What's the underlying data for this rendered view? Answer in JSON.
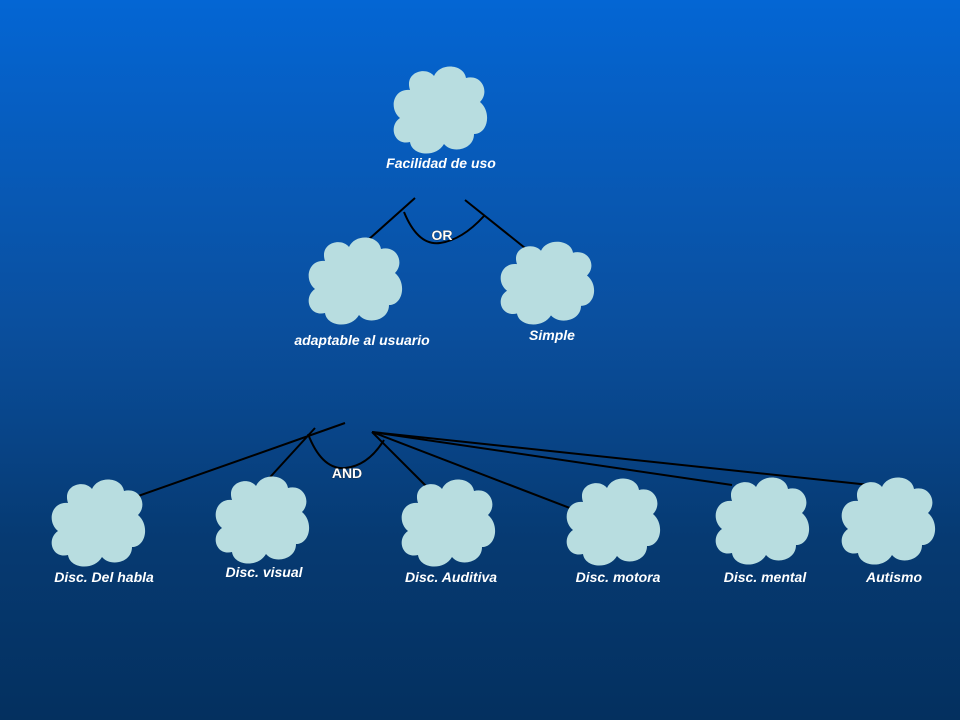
{
  "colors": {
    "background_top": "#0466d4",
    "background_bottom": "#04305f",
    "cloud_fill": "#b8dde0",
    "line": "#000000",
    "text": "#ffffff"
  },
  "root": {
    "label": "Facilidad de uso"
  },
  "or_decomposition": {
    "operator": "OR",
    "children": [
      {
        "label": "adaptable al usuario"
      },
      {
        "label": "Simple"
      }
    ]
  },
  "and_decomposition": {
    "operator": "AND",
    "children": [
      {
        "label": "Disc. Del habla"
      },
      {
        "label": "Disc. visual"
      },
      {
        "label": "Disc. Auditiva"
      },
      {
        "label": "Disc. motora"
      },
      {
        "label": "Disc. mental"
      },
      {
        "label": "Autismo"
      }
    ]
  }
}
